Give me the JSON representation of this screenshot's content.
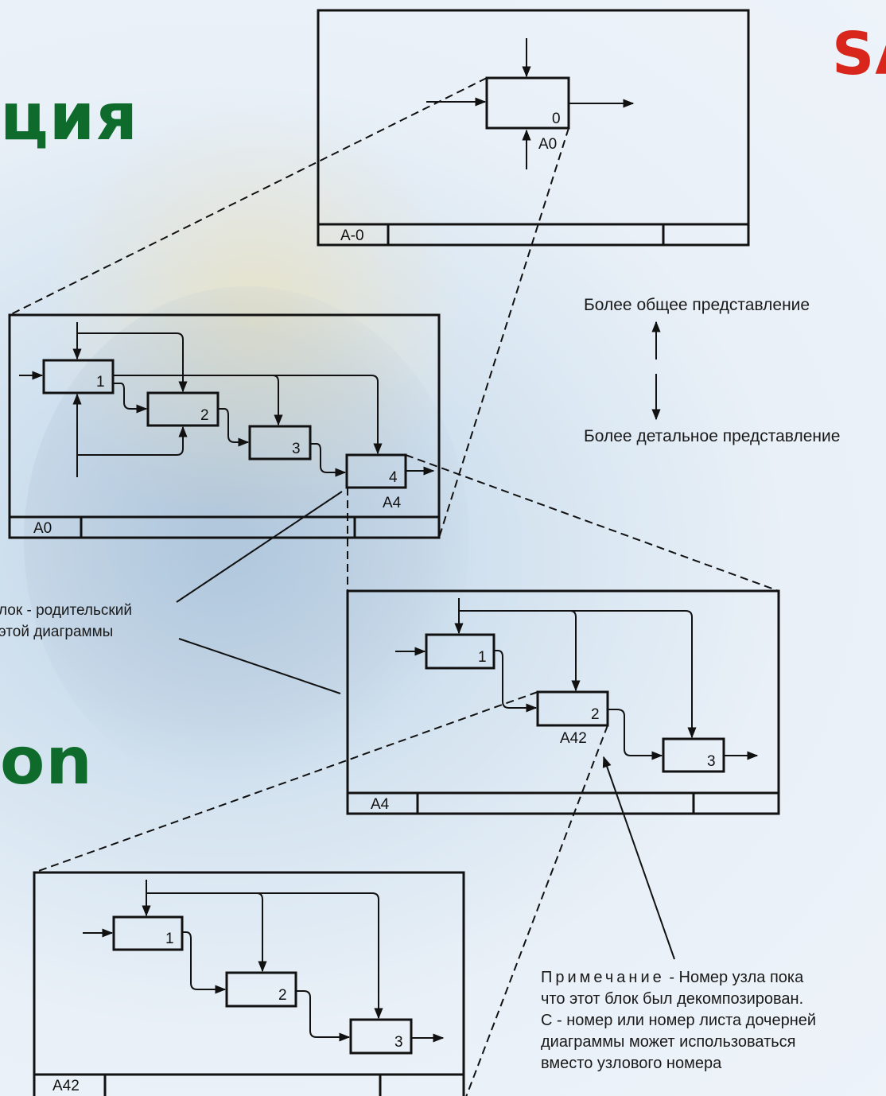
{
  "headings": {
    "left_top": "ция",
    "left_bottom": "on",
    "right_top": "SA"
  },
  "frames": {
    "a_minus_0": {
      "node_label": "A-0",
      "box_number": "0",
      "box_ref": "A0"
    },
    "a0": {
      "node_label": "A0",
      "box_numbers": [
        "1",
        "2",
        "3",
        "4"
      ],
      "box_ref": "A4"
    },
    "a4": {
      "node_label": "A4",
      "box_numbers": [
        "1",
        "2",
        "3"
      ],
      "box_ref": "A42"
    },
    "a42": {
      "node_label": "A42",
      "box_numbers": [
        "1",
        "2",
        "3"
      ]
    }
  },
  "annotations": {
    "general": "Более общее представление",
    "detailed": "Более детальное представление",
    "parent_line1": "лок - родительский",
    "parent_line2": "этой диаграммы",
    "note_label": "Примечание",
    "note_sep": " - ",
    "note_line1": "Номер узла пока",
    "note_line2": "что этот блок был декомпозирован.",
    "note_line3": "С - номер или номер листа дочерней",
    "note_line4": "диаграммы может использоваться",
    "note_line5": "вместо узлового номера"
  },
  "colors": {
    "heading_green": "#0f6b2c",
    "heading_red": "#d8261c",
    "line": "#111111"
  }
}
